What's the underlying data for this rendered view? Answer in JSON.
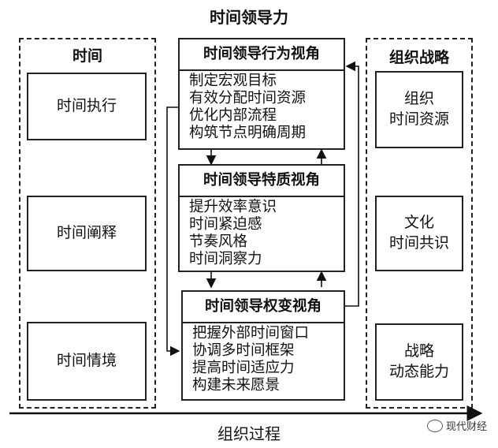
{
  "title": "时间领导力",
  "bottom_axis_label": "组织过程",
  "left_column": {
    "title": "时间",
    "boxes": [
      [
        "时间执行"
      ],
      [
        "时间阐释"
      ],
      [
        "时间情境"
      ]
    ]
  },
  "right_column": {
    "title": "组织战略",
    "boxes": [
      [
        "组织",
        "时间资源"
      ],
      [
        "文化",
        "时间共识"
      ],
      [
        "战略",
        "动态能力"
      ]
    ]
  },
  "center_panels": [
    {
      "title": "时间领导行为视角",
      "items": [
        "制定宏观目标",
        "有效分配时间资源",
        "优化内部流程",
        "构筑节点明确周期"
      ]
    },
    {
      "title": "时间领导特质视角",
      "items": [
        "提升效率意识",
        "时间紧迫感",
        "节奏风格",
        "时间洞察力"
      ]
    },
    {
      "title": "时间领导权变视角",
      "items": [
        "把握外部时间窗口",
        "协调多时间框架",
        "提高时间适应力",
        "构建未来愿景"
      ]
    }
  ],
  "watermark": "现代财经"
}
